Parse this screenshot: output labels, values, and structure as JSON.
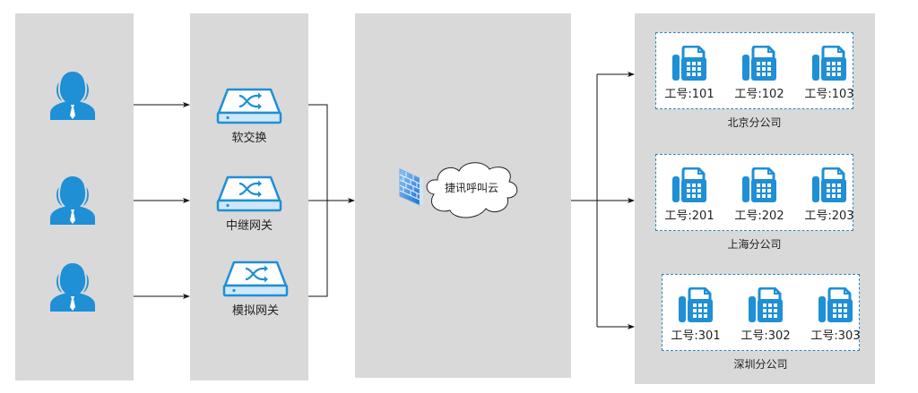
{
  "colors": {
    "icon_blue": "#1f8fd6",
    "panel_gray": "#d9d9d9",
    "dash_blue": "#2e86b8",
    "wire": "#111111"
  },
  "users": [
    {
      "icon": "user-group-icon"
    },
    {
      "icon": "user-group-icon"
    },
    {
      "icon": "user-group-icon"
    }
  ],
  "gateways": [
    {
      "icon": "switch-icon",
      "label": "软交换"
    },
    {
      "icon": "switch-icon",
      "label": "中继网关"
    },
    {
      "icon": "switch-icon",
      "label": "模拟网关"
    }
  ],
  "cloud": {
    "firewall_icon": "firewall-icon",
    "label": "捷讯呼叫云"
  },
  "branches": [
    {
      "name": "北京分公司",
      "phones": [
        {
          "label": "工号:101"
        },
        {
          "label": "工号:102"
        },
        {
          "label": "工号:103"
        }
      ]
    },
    {
      "name": "上海分公司",
      "phones": [
        {
          "label": "工号:201"
        },
        {
          "label": "工号:202"
        },
        {
          "label": "工号:203"
        }
      ]
    },
    {
      "name": "深圳分公司",
      "phones": [
        {
          "label": "工号:301"
        },
        {
          "label": "工号:302"
        },
        {
          "label": "工号:303"
        }
      ]
    }
  ]
}
